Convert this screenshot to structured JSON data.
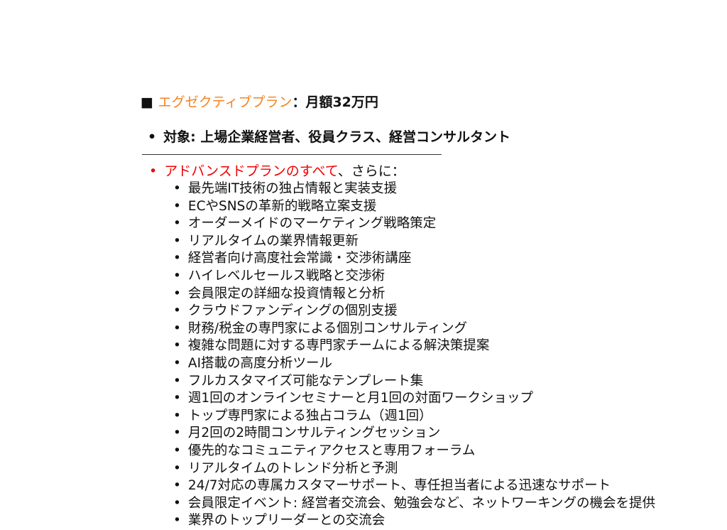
{
  "title": {
    "marker": "■",
    "plan": "エグゼクティブプラン",
    "price": "：月額32万円"
  },
  "target": "対象: 上場企業経営者、役員クラス、経営コンサルタント",
  "advanced": {
    "link": "アドバンスドプランのすべて",
    "rest": "、さらに："
  },
  "features": [
    "最先端IT技術の独占情報と実装支援",
    "ECやSNSの革新的戦略立案支援",
    "オーダーメイドのマーケティング戦略策定",
    "リアルタイムの業界情報更新",
    "経営者向け高度社会常識・交渉術講座",
    "ハイレベルセールス戦略と交渉術",
    "会員限定の詳細な投資情報と分析",
    "クラウドファンディングの個別支援",
    "財務/税金の専門家による個別コンサルティング",
    "複雑な問題に対する専門家チームによる解決策提案",
    "AI搭載の高度分析ツール",
    "フルカスタマイズ可能なテンプレート集",
    "週1回のオンラインセミナーと月1回の対面ワークショップ",
    "トップ専門家による独占コラム（週1回）",
    "月2回の2時間コンサルティングセッション",
    "優先的なコミュニティアクセスと専用フォーラム",
    "リアルタイムのトレンド分析と予測",
    "24/7対応の専属カスタマーサポート、専任担当者による迅速なサポート",
    "会員限定イベント: 経営者交流会、勉強会など、ネットワーキングの機会を提供",
    "業界のトップリーダーとの交流会"
  ]
}
